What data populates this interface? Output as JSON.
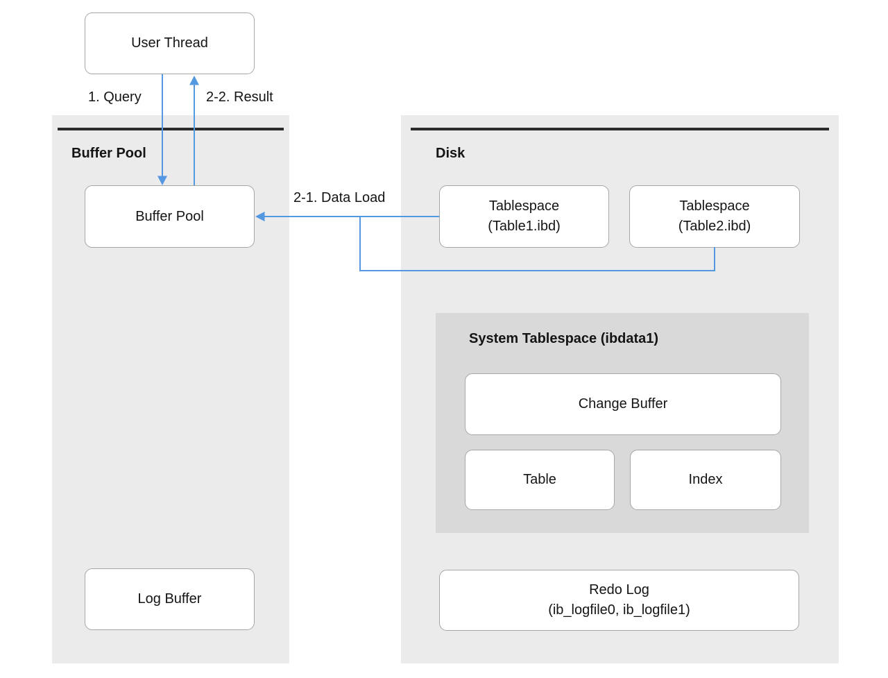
{
  "colors": {
    "page_bg": "#ffffff",
    "panel_bg": "#ebebeb",
    "inner_panel_bg": "#d9d9d9",
    "box_bg": "#ffffff",
    "box_border": "#a6a6a6",
    "divider_bar": "#2b2b2b",
    "arrow": "#5598e2",
    "text": "#141414"
  },
  "panels": {
    "buffer_pool": {
      "title": "Buffer Pool"
    },
    "disk": {
      "title": "Disk"
    },
    "system_tablespace": {
      "title": "System Tablespace (ibdata1)"
    }
  },
  "nodes": {
    "user_thread": {
      "label": "User Thread"
    },
    "buffer_pool": {
      "label": "Buffer Pool"
    },
    "log_buffer": {
      "label": "Log Buffer"
    },
    "tablespace1": {
      "label": "Tablespace\n(Table1.ibd)"
    },
    "tablespace2": {
      "label": "Tablespace\n(Table2.ibd)"
    },
    "change_buffer": {
      "label": "Change Buffer"
    },
    "table": {
      "label": "Table"
    },
    "index": {
      "label": "Index"
    },
    "redo_log": {
      "label": "Redo Log\n(ib_logfile0, ib_logfile1)"
    }
  },
  "edges": {
    "query": {
      "label": "1. Query",
      "from": "User Thread",
      "to": "Buffer Pool"
    },
    "result": {
      "label": "2-2. Result",
      "from": "Buffer Pool",
      "to": "User Thread"
    },
    "data_load": {
      "label": "2-1. Data Load",
      "from": "Tablespace (Table1.ibd, Table2.ibd)",
      "to": "Buffer Pool"
    }
  }
}
